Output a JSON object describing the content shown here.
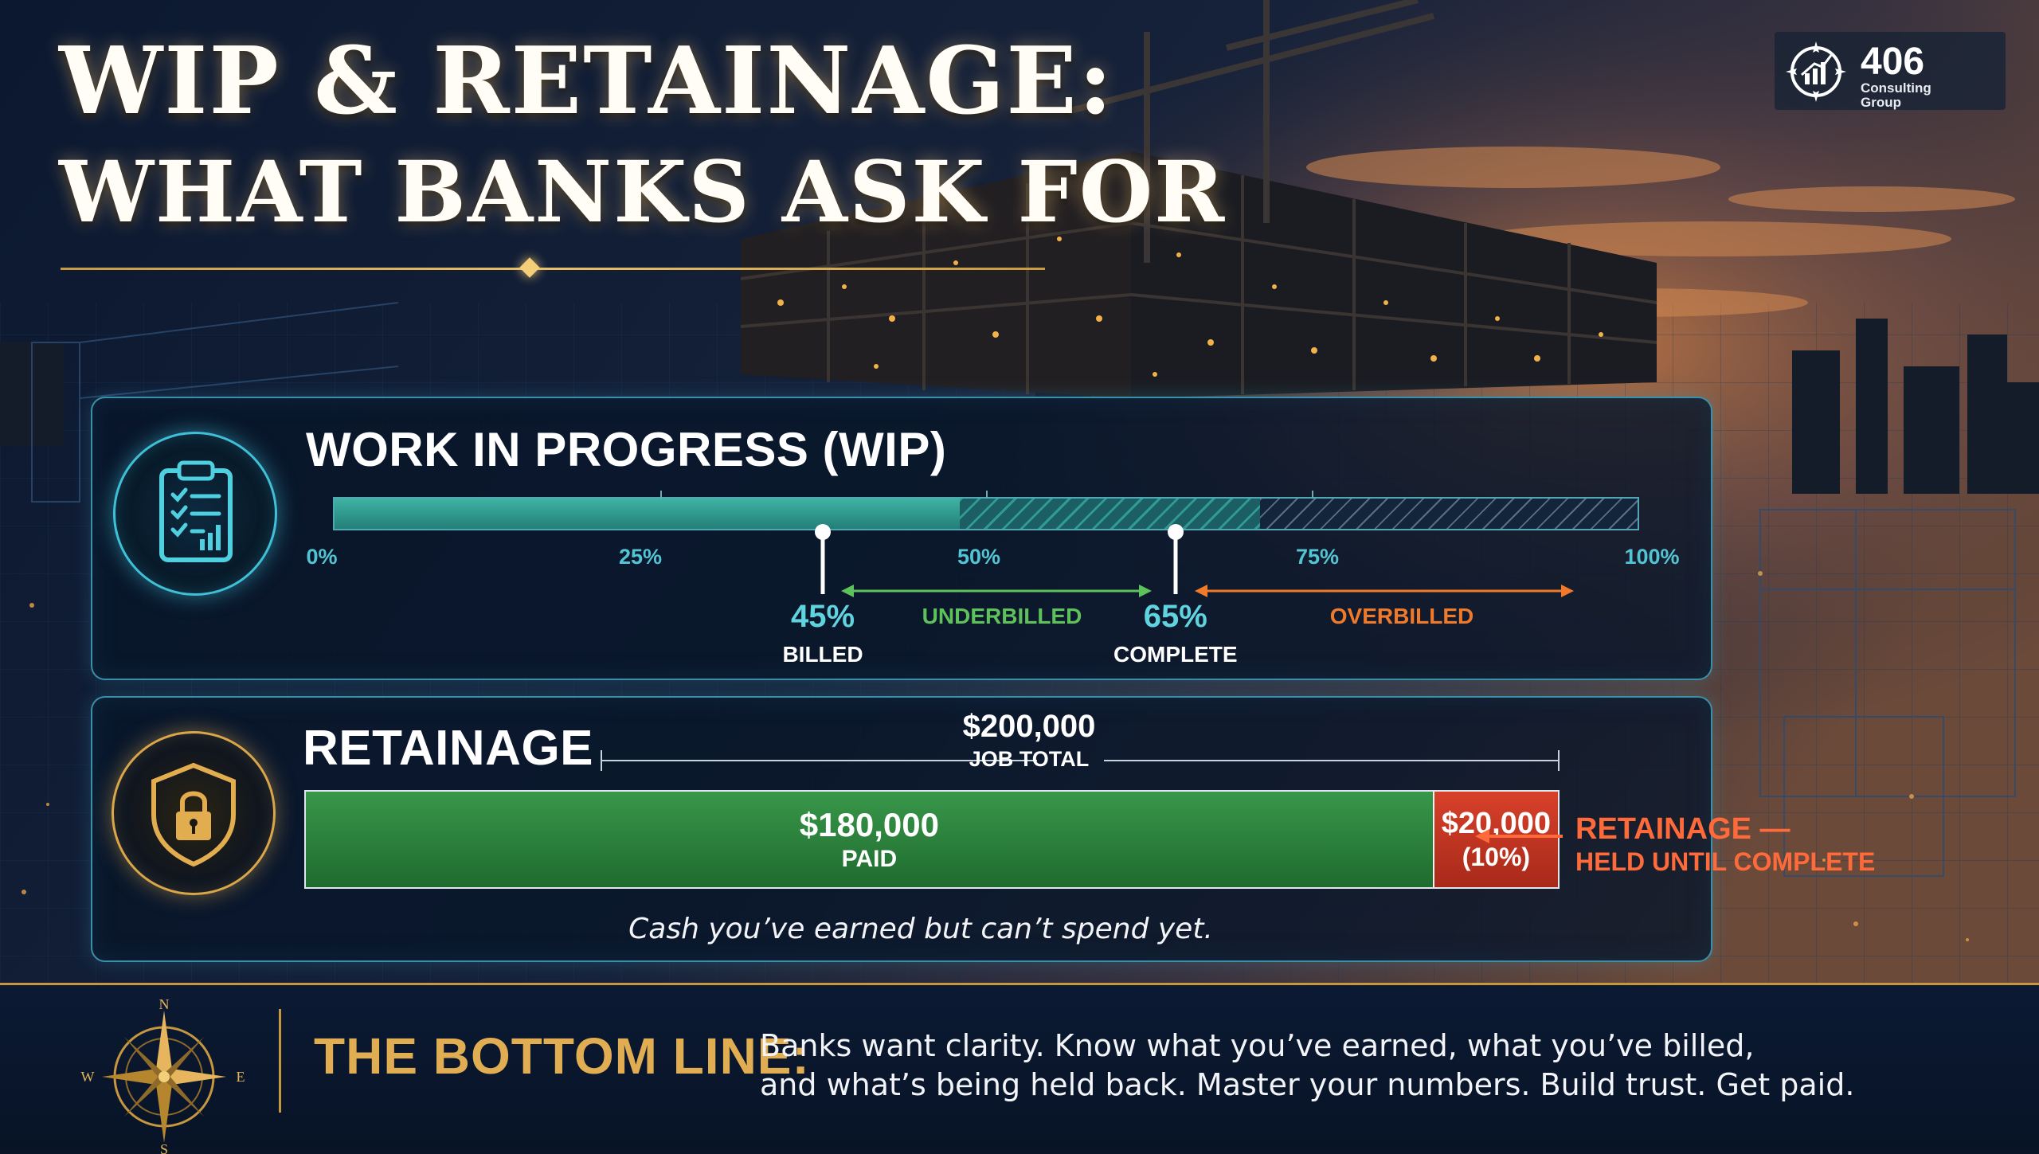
{
  "title": {
    "line1": "WIP & RETAINAGE:",
    "line2": "WHAT BANKS ASK FOR"
  },
  "logo": {
    "icon": "compass-chart-icon",
    "number": "406",
    "name": "Consulting Group"
  },
  "wip": {
    "title": "WORK IN PROGRESS (WIP)",
    "icon": "clipboard-checklist-icon",
    "scale": [
      "0%",
      "25%",
      "50%",
      "75%",
      "100%"
    ],
    "billed_fraction": 0.48,
    "complete_fraction": 0.71,
    "billed": {
      "value": "45%",
      "label": "BILLED"
    },
    "complete": {
      "value": "65%",
      "label": "COMPLETE"
    },
    "underbilled_label": "UNDERBILLED",
    "overbilled_label": "OVERBILLED"
  },
  "retainage": {
    "title": "RETAINAGE",
    "icon": "shield-lock-icon",
    "job_total": {
      "value": "$200,000",
      "label": "JOB TOTAL"
    },
    "paid": {
      "value": "$180,000",
      "label": "PAID",
      "fraction": 0.9
    },
    "held": {
      "value": "$20,000",
      "label": "(10%)",
      "fraction": 0.1
    },
    "callout_line1": "RETAINAGE —",
    "callout_line2": "HELD UNTIL COMPLETE",
    "note": "Cash you’ve earned but can’t spend yet."
  },
  "bottom": {
    "icon": "compass-rose-icon",
    "compass_letters": {
      "n": "N",
      "s": "S",
      "e": "E",
      "w": "W"
    },
    "heading": "THE BOTTOM LINE:",
    "line1": "Banks want clarity. Know what you’ve earned, what you’ve billed,",
    "line2": "and what’s being held back. Master your numbers. Build trust. Get paid."
  },
  "colors": {
    "gold": "#e1ad52",
    "teal": "#3fb3a5",
    "underbilled": "#5ec25a",
    "overbilled": "#f07a2a",
    "paid": "#2e8a40",
    "held": "#c9361f",
    "callout": "#ff6a3a"
  }
}
